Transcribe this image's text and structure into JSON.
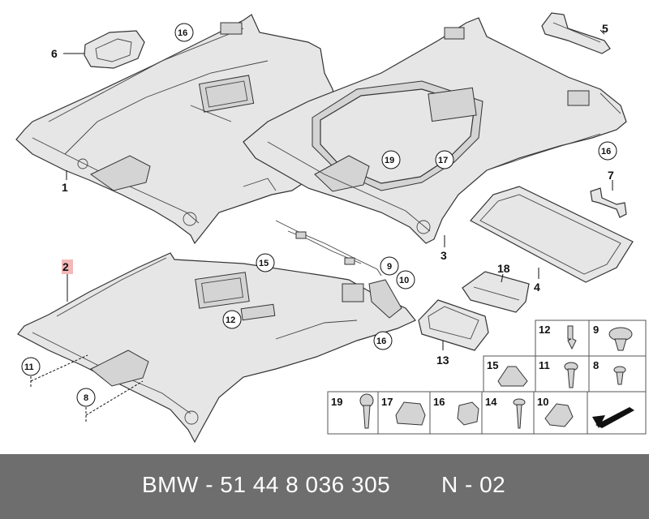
{
  "diagram": {
    "callouts": {
      "c1": "1",
      "c2": "2",
      "c3": "3",
      "c4": "4",
      "c5": "5",
      "c6": "6",
      "c7": "7",
      "c8_left": "8",
      "c9_top": "9",
      "c10_top": "10",
      "c11_left": "11",
      "c12_mid": "12",
      "c13": "13",
      "c15_mid": "15",
      "c16_a": "16",
      "c16_b": "16",
      "c16_c": "16",
      "c17_mid": "17",
      "c18": "18",
      "c19_mid": "19"
    },
    "parts_table": [
      {
        "id": "p12",
        "label": "12"
      },
      {
        "id": "p9",
        "label": "9"
      },
      {
        "id": "p11",
        "label": "11"
      },
      {
        "id": "p8",
        "label": "8"
      },
      {
        "id": "p15",
        "label": "15"
      },
      {
        "id": "p19",
        "label": "19"
      },
      {
        "id": "p17",
        "label": "17"
      },
      {
        "id": "p16",
        "label": "16"
      },
      {
        "id": "p14",
        "label": "14"
      },
      {
        "id": "p10",
        "label": "10"
      }
    ]
  },
  "footer": {
    "part_number": "BMW - 51 44 8 036 305",
    "page_code": "N - 02"
  },
  "colors": {
    "footer_bg": "#6e6e6e",
    "footer_text": "#ffffff",
    "highlight_label": "#f4b8b8"
  }
}
